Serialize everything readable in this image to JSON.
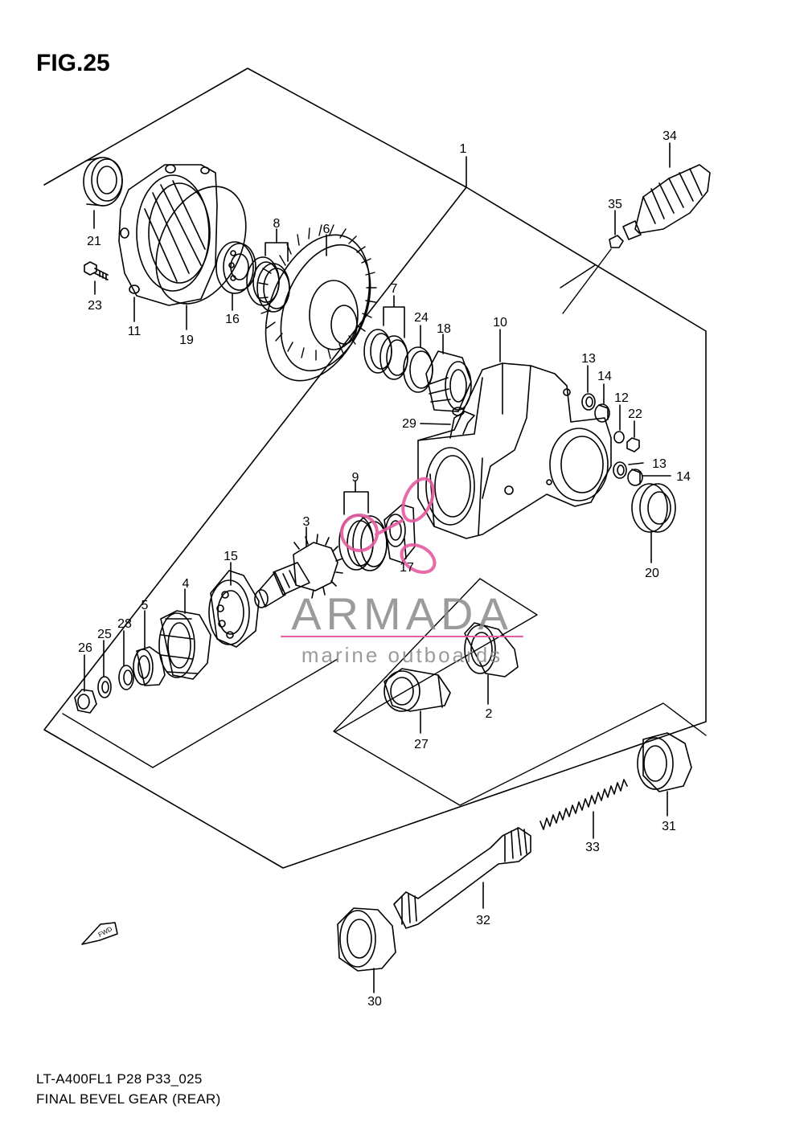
{
  "figure": {
    "title": "FIG.25",
    "model_code": "LT-A400FL1 P28 P33_025",
    "name": "FINAL BEVEL GEAR (REAR)",
    "fwd_label": "FWD"
  },
  "watermark": {
    "brand": "ARMADA",
    "tagline": "marine outboards",
    "colors": {
      "text": "#9a9a9a",
      "logo": "#e55ba0"
    }
  },
  "callouts": {
    "c1": "1",
    "c2": "2",
    "c3": "3",
    "c4": "4",
    "c5": "5",
    "c6": "6",
    "c7": "7",
    "c8": "8",
    "c9": "9",
    "c10": "10",
    "c11": "11",
    "c12": "12",
    "c13a": "13",
    "c13b": "13",
    "c14a": "14",
    "c14b": "14",
    "c15": "15",
    "c16": "16",
    "c17": "17",
    "c18": "18",
    "c19": "19",
    "c20": "20",
    "c21": "21",
    "c22": "22",
    "c23": "23",
    "c24": "24",
    "c25": "25",
    "c26": "26",
    "c27": "27",
    "c28": "28",
    "c29": "29",
    "c30": "30",
    "c31": "31",
    "c32": "32",
    "c33": "33",
    "c34": "34",
    "c35": "35"
  }
}
